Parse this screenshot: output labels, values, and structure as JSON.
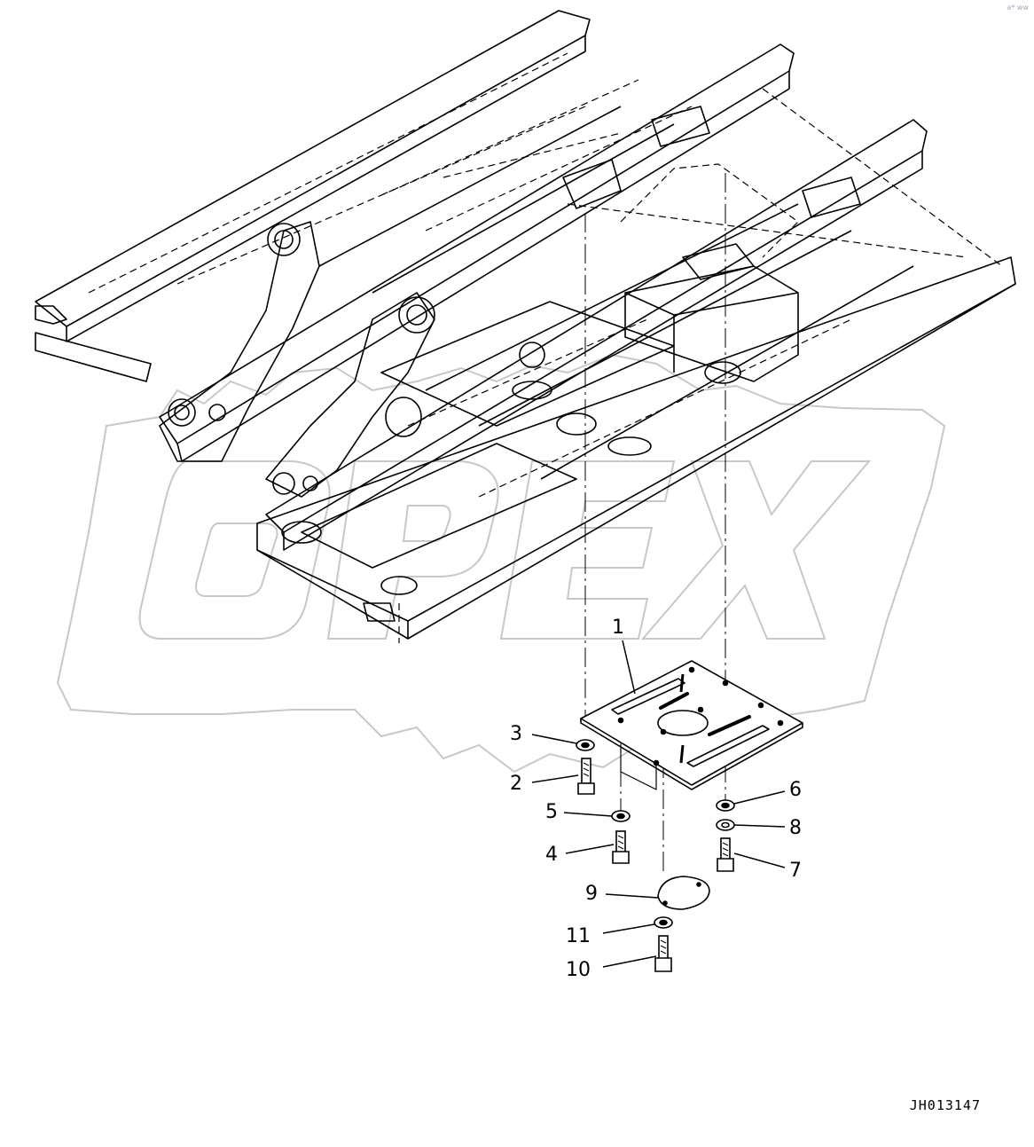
{
  "drawing": {
    "reference_code": "JH013147",
    "watermark": "OPEX",
    "corner_mark": "a* ww"
  },
  "callouts": [
    {
      "id": "1",
      "label": "1"
    },
    {
      "id": "2",
      "label": "2"
    },
    {
      "id": "3",
      "label": "3"
    },
    {
      "id": "4",
      "label": "4"
    },
    {
      "id": "5",
      "label": "5"
    },
    {
      "id": "6",
      "label": "6"
    },
    {
      "id": "7",
      "label": "7"
    },
    {
      "id": "8",
      "label": "8"
    },
    {
      "id": "9",
      "label": "9"
    },
    {
      "id": "10",
      "label": "10"
    },
    {
      "id": "11",
      "label": "11"
    }
  ]
}
